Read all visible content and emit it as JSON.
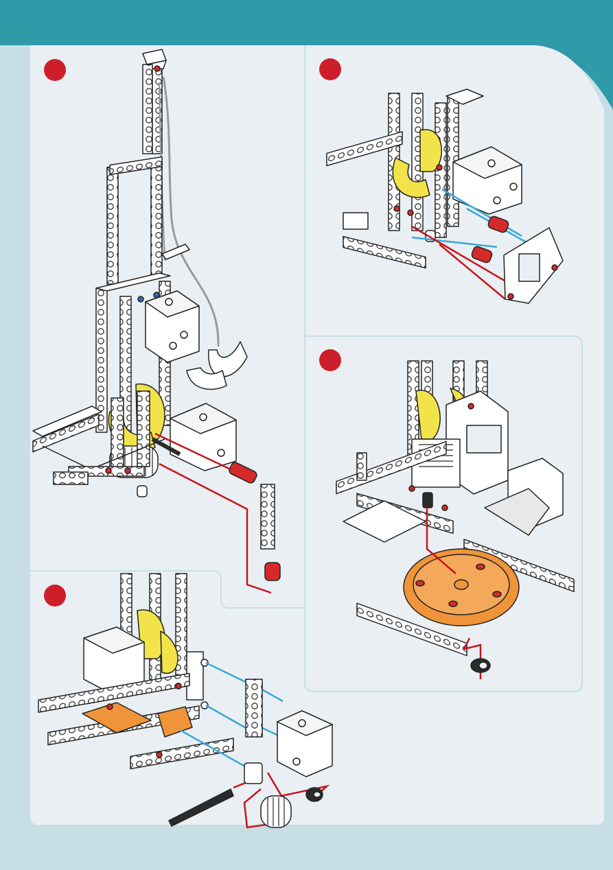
{
  "page": {
    "header_color": "#2f9aa8",
    "panel_color": "#e9eff2",
    "step_marker_color": "#cc1f2b"
  },
  "steps": [
    {
      "id": "step-a",
      "panel": "left-tall",
      "number": ""
    },
    {
      "id": "step-b",
      "panel": "top-right",
      "number": ""
    },
    {
      "id": "step-c",
      "panel": "right-middle",
      "number": ""
    },
    {
      "id": "step-d",
      "panel": "bottom-left",
      "number": ""
    }
  ],
  "parts": {
    "colors": {
      "beam": "#ffffff",
      "outline": "#222222",
      "worm_gear": "#f2e34a",
      "large_gear": "#f0943a",
      "pin_red": "#d62a2a",
      "guide_line_red": "#c8141e",
      "guide_line_blue": "#39a9d8",
      "axle_black": "#2b2b2b"
    }
  }
}
